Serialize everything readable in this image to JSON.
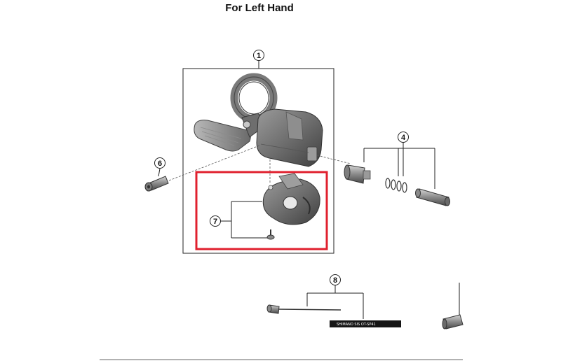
{
  "title": "For Left Hand",
  "callouts": {
    "c1": "1",
    "c4": "4",
    "c6": "6",
    "c7": "7",
    "c8": "8"
  },
  "cable_print": "SHIMANO SIS OT-SP41",
  "colors": {
    "highlight": "#e0202e",
    "part_dark": "#5a5a5a",
    "part_mid": "#8a8a8a",
    "part_light": "#c4c4c4",
    "line": "#222222"
  }
}
